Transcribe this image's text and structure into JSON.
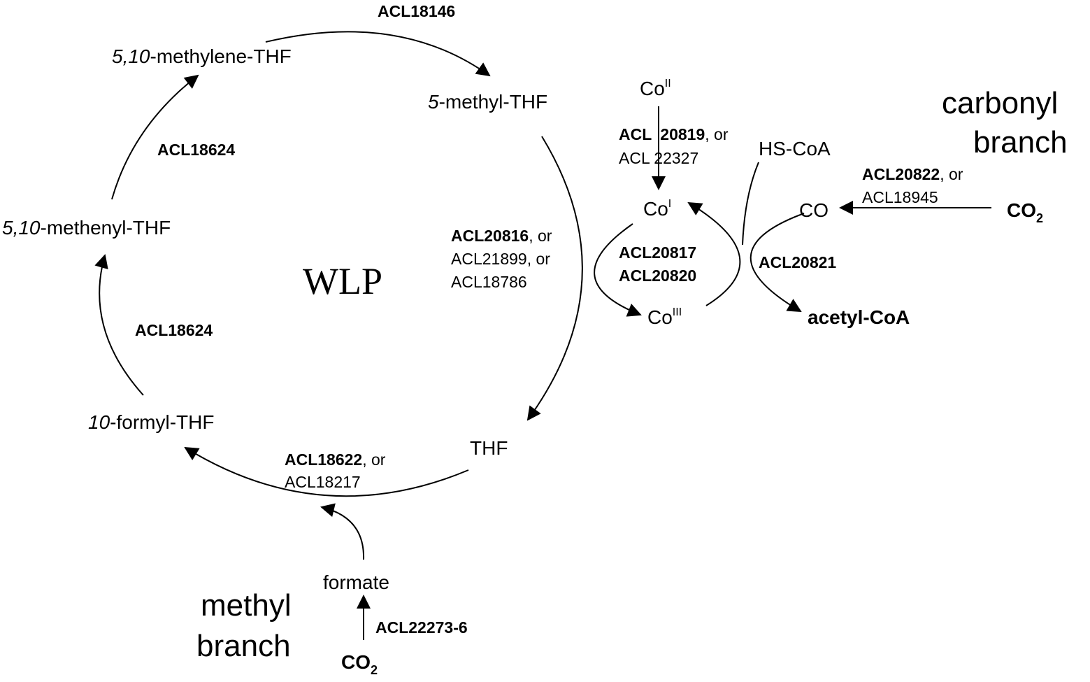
{
  "title": "WLP",
  "metabolites": {
    "methylene_thf_prefix": "5,10",
    "methylene_thf_suffix": "-methylene-THF",
    "methyl_thf_prefix": "5",
    "methyl_thf_suffix": "-methyl-THF",
    "methenyl_thf_prefix": "5,10",
    "methenyl_thf_suffix": "-methenyl-THF",
    "formyl_thf_prefix": "10",
    "formyl_thf_suffix": "-formyl-THF",
    "thf": "THF",
    "formate": "formate",
    "co2_base": "CO",
    "co2_sub": "2",
    "co": "CO",
    "hs_coa": "HS-CoA",
    "acetyl_coa": "acetyl-CoA",
    "cobalt": "Co",
    "co_ii": "II",
    "co_i": "I",
    "co_iii": "III"
  },
  "branches": {
    "methyl_line1": "methyl",
    "methyl_line2": "branch",
    "carbonyl_line1": "carbonyl",
    "carbonyl_line2": "branch"
  },
  "enzymes": {
    "acl18146": "ACL18146",
    "acl18624_top": "ACL18624",
    "acl18624_bottom": "ACL18624",
    "acl18622": "ACL18622",
    "or_sep": ", or",
    "acl18217": "ACL18217",
    "acl22273": "ACL22273-6",
    "acl20816": "ACL20816",
    "acl21899": "ACL21899, or",
    "acl18786": "ACL18786",
    "acl20819_a": "ACL",
    "acl20819_b": "20819",
    "acl22327": "ACL 22327",
    "acl20817": "ACL20817",
    "acl20820": "ACL20820",
    "acl20821": "ACL20821",
    "acl20822": "ACL20822",
    "acl18945": "ACL18945"
  }
}
